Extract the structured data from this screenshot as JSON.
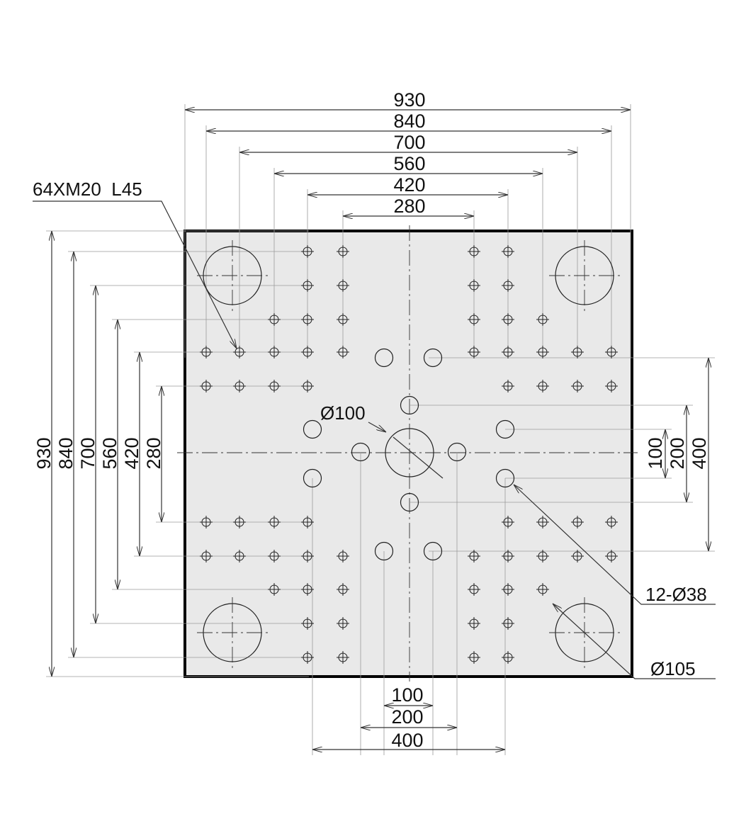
{
  "top_dims": [
    "930",
    "840",
    "700",
    "560",
    "420",
    "280"
  ],
  "left_dims": [
    "930",
    "840",
    "700",
    "560",
    "420",
    "280"
  ],
  "right_dims": [
    "100",
    "200",
    "400"
  ],
  "bottom_dims": [
    "100",
    "200",
    "400"
  ],
  "callouts": {
    "taps": "64XM20  L45",
    "center_bore": "Ø100",
    "holes": "12-Ø38",
    "tie_bar": "Ø105"
  },
  "colors": {
    "plate_fill": "#e9e9e9",
    "plate_border": "#000000"
  }
}
